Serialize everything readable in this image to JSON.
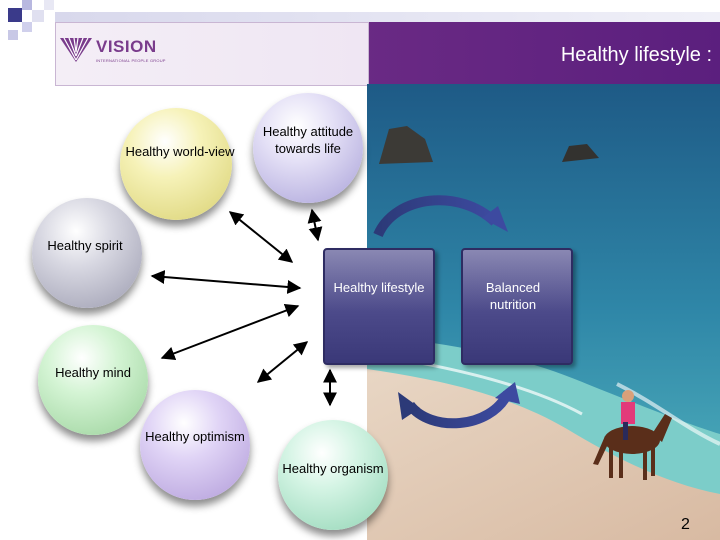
{
  "header": {
    "title": "Healthy lifestyle :",
    "logo_text": "VISION",
    "logo_subtext": "INTERNATIONAL PEOPLE GROUP"
  },
  "nodes": {
    "worldview": "Healthy world-view",
    "attitude": "Healthy attitude towards life",
    "spirit": "Healthy spirit",
    "mind": "Healthy mind",
    "optimism": "Healthy optimism",
    "organism": "Healthy organism",
    "lifestyle": "Healthy lifestyle",
    "nutrition": "Balanced nutrition"
  },
  "colors": {
    "header": "#6a2a84",
    "worldview_sphere": "#f4f0a8",
    "attitude_sphere": "#d8d2f0",
    "spirit_sphere": "#c8c8d4",
    "mind_sphere": "#c8f0c8",
    "optimism_sphere": "#d8c8f0",
    "organism_sphere": "#c8f0e0",
    "box": "#4c4a8a"
  },
  "footer": {
    "page_number": "2"
  }
}
